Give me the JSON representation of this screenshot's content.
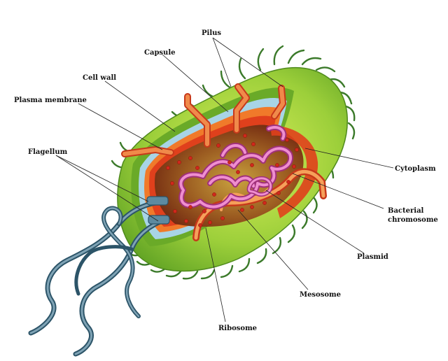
{
  "labels": {
    "pilus": "Pilus",
    "capsule": "Capsule",
    "cell_wall": "Cell wall",
    "plasma_membrane": "Plasma membrane",
    "flagellum": "Flagellum",
    "cytoplasm": "Cytoplasm",
    "bacterial_chromosome_line1": "Bacterial",
    "bacterial_chromosome_line2": "chromosome",
    "plasmid": "Plasmid",
    "mesosome": "Mesosome",
    "ribosome": "Ribosome"
  },
  "colors": {
    "capsule_outer": "#7cc234",
    "capsule_light": "#b9dc3a",
    "cell_wall": "#a8d4e6",
    "plasma_membrane": "#f07a2a",
    "membrane_red": "#e0401c",
    "cytoplasm_dark": "#7a2a12",
    "cytoplasm_light": "#c79a3a",
    "chromosome": "#e070b8",
    "ribosome": "#d0281c",
    "flagellum": "#3f6f86",
    "pili": "#3b7a2a"
  }
}
